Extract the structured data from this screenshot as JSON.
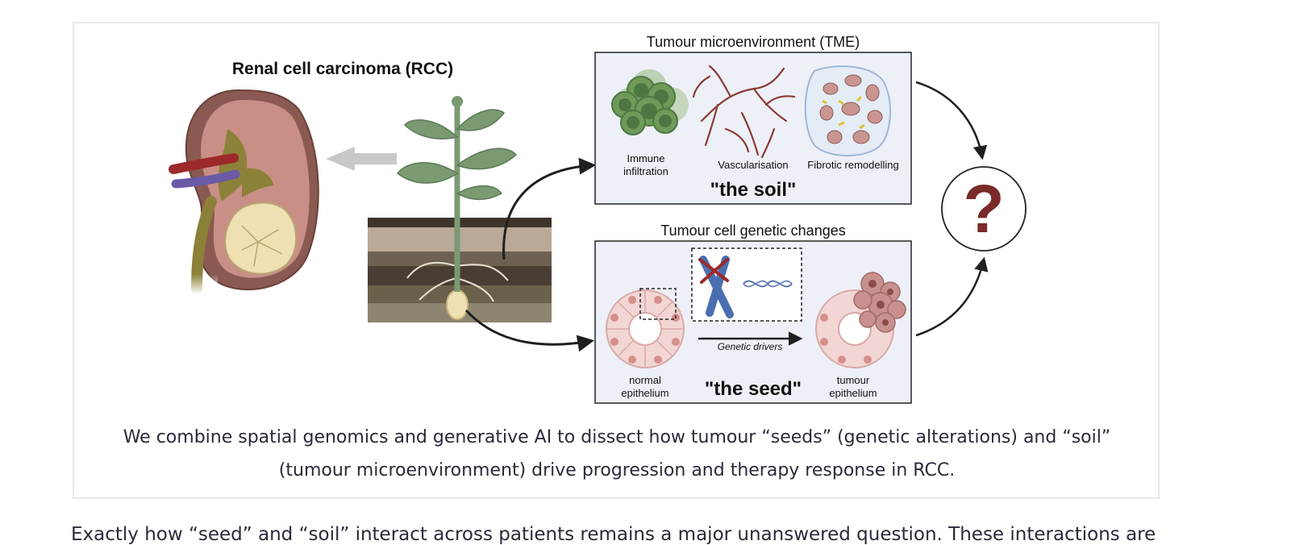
{
  "diagram": {
    "kidney_title": "Renal cell carcinoma (RCC)",
    "tme_title": "Tumour microenvironment (TME)",
    "tme_items": [
      "Immune infiltration",
      "Vascularisation",
      "Fibrotic remodelling"
    ],
    "soil_label": "\"the soil\"",
    "genetic_title": "Tumour cell genetic changes",
    "normal_label_1": "normal",
    "normal_label_2": "epithelium",
    "genetic_drivers": "Genetic drivers",
    "seed_label": "\"the seed\"",
    "tumour_label_1": "tumour",
    "tumour_label_2": "epithelium",
    "immune_line1": "Immune",
    "immune_line2": "infiltration",
    "question_mark": "?"
  },
  "caption": "We combine spatial genomics and generative AI to dissect how tumour “seeds” (genetic alterations) and “soil” (tumour microenvironment) drive progression and therapy response in RCC.",
  "body_text": "Exactly how “seed” and “soil” interact across patients remains a major unanswered question. These interactions are",
  "colors": {
    "kidney_outer": "#8a5a52",
    "kidney_cortex": "#c98f86",
    "kidney_pelvis": "#8c8138",
    "tumour": "#efe0b3",
    "plant": "#7a9a72",
    "soil_dark": "#4a3d33",
    "soil_light": "#b9a996",
    "panel_bg": "#eef0f8",
    "question": "#7a2a28"
  }
}
